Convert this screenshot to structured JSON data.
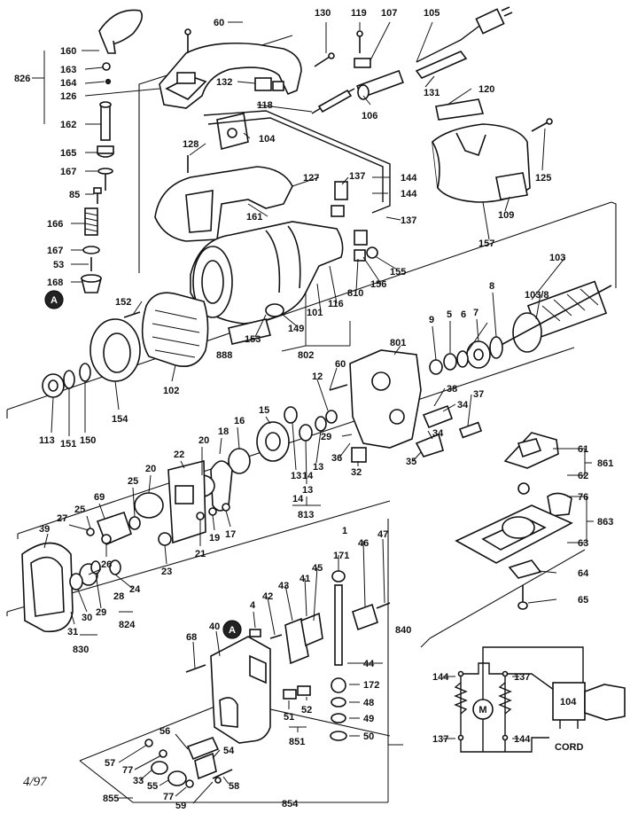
{
  "date_code": "4/97",
  "cord_label": "CORD",
  "motor_symbol": "M",
  "symbol_a": "A",
  "callouts": {
    "c60": "60",
    "c130": "130",
    "c119": "119",
    "c107": "107",
    "c105": "105",
    "c160": "160",
    "c163": "163",
    "c164": "164",
    "c126": "126",
    "c162": "162",
    "c826": "826",
    "c165": "165",
    "c167a": "167",
    "c85": "85",
    "c166": "166",
    "c167b": "167",
    "c53": "53",
    "c168": "168",
    "c132": "132",
    "c118": "118",
    "c106": "106",
    "c131": "131",
    "c120": "120",
    "c128": "128",
    "c104": "104",
    "c125": "125",
    "c127": "127",
    "c161": "161",
    "c137a": "137",
    "c144a": "144",
    "c144b": "144",
    "c137b": "137",
    "c109": "109",
    "c157": "157",
    "c103": "103",
    "c1038": "103/8",
    "c152": "152",
    "c153": "153",
    "c149": "149",
    "c101": "101",
    "c116": "116",
    "c810": "810",
    "c156": "156",
    "c155": "155",
    "c888": "888",
    "c802": "802",
    "c801": "801",
    "c9": "9",
    "c5": "5",
    "c7": "7",
    "c8": "8",
    "c6": "6",
    "c113": "113",
    "c151": "151",
    "c150": "150",
    "c154": "154",
    "c102": "102",
    "c60b": "60",
    "c12": "12",
    "c15": "15",
    "c38": "38",
    "c37": "37",
    "c34a": "34",
    "c29": "29",
    "c36": "36",
    "c34b": "34",
    "c35": "35",
    "c32": "32",
    "c13a": "13",
    "c14a": "14",
    "c13b": "13",
    "c14b": "14",
    "c13c": "13",
    "c813": "813",
    "c16": "16",
    "c18": "18",
    "c20a": "20",
    "c22": "22",
    "c20b": "20",
    "c25": "25",
    "c69": "69",
    "c27": "27",
    "c25b": "25",
    "c39": "39",
    "c19": "19",
    "c17": "17",
    "c21": "21",
    "c23": "23",
    "c26": "26",
    "c28": "28",
    "c24": "24",
    "c29b": "29",
    "c30": "30",
    "c31": "31",
    "c824": "824",
    "c830": "830",
    "c61": "61",
    "c861": "861",
    "c62": "62",
    "c76": "76",
    "c863": "863",
    "c63": "63",
    "c64": "64",
    "c65": "65",
    "c1": "1",
    "c171": "171",
    "c46": "46",
    "c47": "47",
    "c45": "45",
    "c43": "43",
    "c42": "42",
    "c41": "41",
    "c4": "4",
    "c40": "40",
    "c68": "68",
    "c840": "840",
    "c44": "44",
    "c172": "172",
    "c48": "48",
    "c49": "49",
    "c50": "50",
    "c51": "51",
    "c52": "52",
    "c851": "851",
    "c56": "56",
    "c54": "54",
    "c57": "57",
    "c77a": "77",
    "c33": "33",
    "c55": "55",
    "c77b": "77",
    "c58": "58",
    "c59": "59",
    "c855": "855",
    "c854": "854",
    "w144a": "144",
    "w137a": "137",
    "w104": "104",
    "w137b": "137",
    "w144b": "144"
  }
}
